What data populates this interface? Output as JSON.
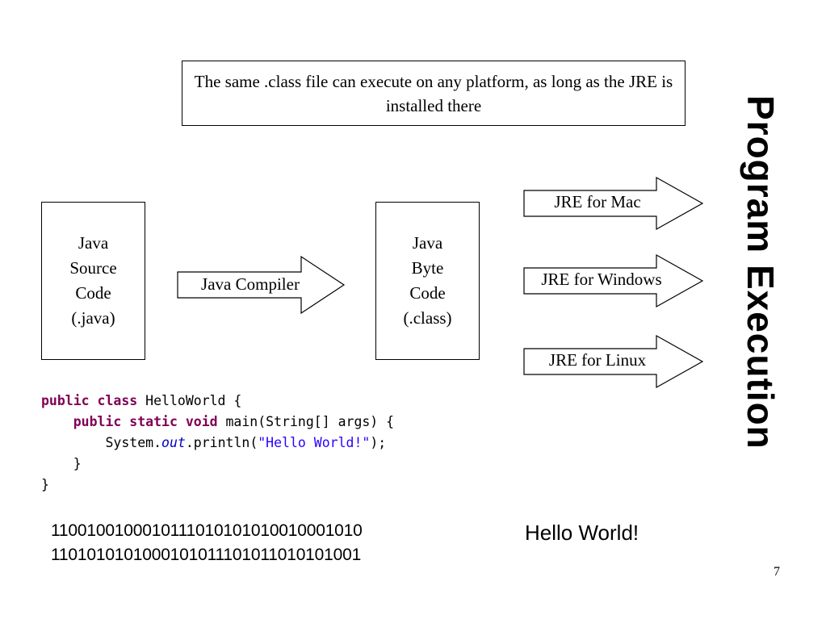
{
  "slide": {
    "title": "Program Execution",
    "page_number": "7"
  },
  "note": "The same .class file can execute on any platform, as long as the JRE is installed there",
  "source_box": {
    "lines": [
      "Java",
      "Source",
      "Code",
      "(.java)"
    ]
  },
  "compiler_arrow": {
    "label": "Java Compiler"
  },
  "bytecode_box": {
    "lines": [
      "Java",
      "Byte",
      "Code",
      "(.class)"
    ]
  },
  "jre_arrows": [
    {
      "label": "JRE for Mac"
    },
    {
      "label": "JRE for Windows"
    },
    {
      "label": "JRE for Linux"
    }
  ],
  "code_snippet": {
    "line1": {
      "kw": "public class",
      "rest": " HelloWorld {"
    },
    "line2": {
      "indent": "    ",
      "kw": "public static void",
      "rest": " main(String[] args) {"
    },
    "line3": {
      "indent": "        ",
      "pre": "System.",
      "field": "out",
      "mid": ".println(",
      "str": "\"Hello World!\"",
      "end": ");"
    },
    "line4": "    }",
    "line5": "}"
  },
  "binary": {
    "line1": "1100100100010111010101010010001010",
    "line2": "1101010101000101011101011010101001"
  },
  "output": "Hello World!",
  "colors": {
    "keyword": "#7f0055",
    "string": "#2a00ff",
    "field": "#0000c0"
  }
}
